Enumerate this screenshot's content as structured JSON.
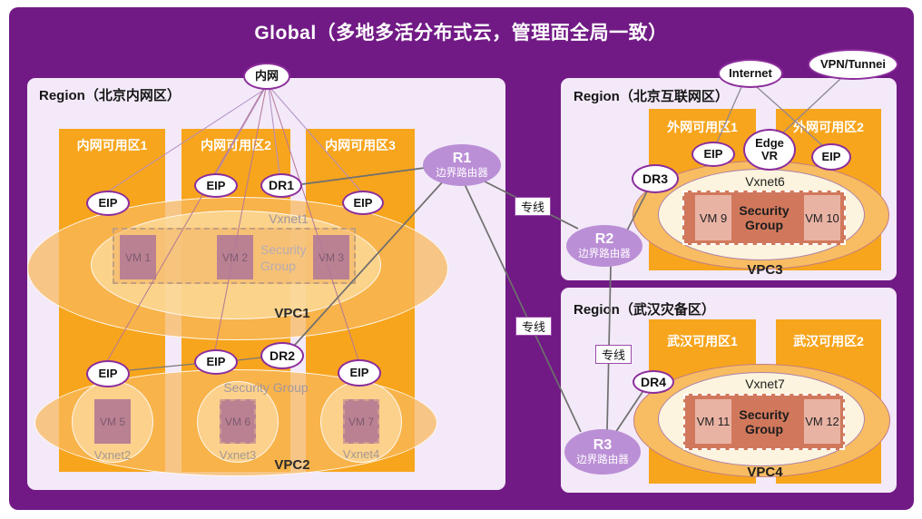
{
  "title": "Global（多地多活分布式云，管理面全局一致）",
  "colors": {
    "background_purple": "#711a85",
    "zone_orange": "#f7a51d",
    "region_lavender": "#f3e9f8",
    "router_purple": "#bb8fd6",
    "node_border_purple": "#8c2d9c",
    "security_group_salmon": "#d1785c",
    "vm_mauve": "#ba8193",
    "vm_pink": "#e9b3a4"
  },
  "clouds": {
    "intranet": "内网",
    "internet": "Internet",
    "vpn_tunnel": "VPN/Tunnei"
  },
  "dedicated_line_label": "专线",
  "routers": {
    "r1": {
      "name": "R1",
      "subtitle": "边界路由器"
    },
    "r2": {
      "name": "R2",
      "subtitle": "边界路由器"
    },
    "r3": {
      "name": "R3",
      "subtitle": "边界路由器"
    }
  },
  "gateways": {
    "eip": "EIP",
    "dr1": "DR1",
    "dr2": "DR2",
    "dr3": "DR3",
    "dr4": "DR4",
    "edge_vr": "Edge VR"
  },
  "regions": {
    "left": {
      "label": "Region（北京内网区）",
      "zones": [
        "内网可用区1",
        "内网可用区2",
        "内网可用区3"
      ],
      "vpc1": {
        "name": "VPC1",
        "vxnet": "Vxnet1",
        "security_group": "Security Group",
        "vms": [
          "VM 1",
          "VM 2",
          "VM 3"
        ]
      },
      "vpc2": {
        "name": "VPC2",
        "security_group": "Security Group",
        "vxnets": [
          "Vxnet2",
          "Vxnet3",
          "Vxnet4"
        ],
        "vms": [
          "VM 5",
          "VM 6",
          "VM 7"
        ]
      }
    },
    "top_right": {
      "label": "Region（北京互联网区）",
      "zones": [
        "外网可用区1",
        "外网可用区2"
      ],
      "vpc3": {
        "name": "VPC3",
        "vxnet": "Vxnet6",
        "security_group": "Security Group",
        "vms": [
          "VM 9",
          "VM 10"
        ]
      }
    },
    "bottom_right": {
      "label": "Region（武汉灾备区）",
      "zones": [
        "武汉可用区1",
        "武汉可用区2"
      ],
      "vpc4": {
        "name": "VPC4",
        "vxnet": "Vxnet7",
        "security_group": "Security Group",
        "vms": [
          "VM 11",
          "VM 12"
        ]
      }
    }
  }
}
